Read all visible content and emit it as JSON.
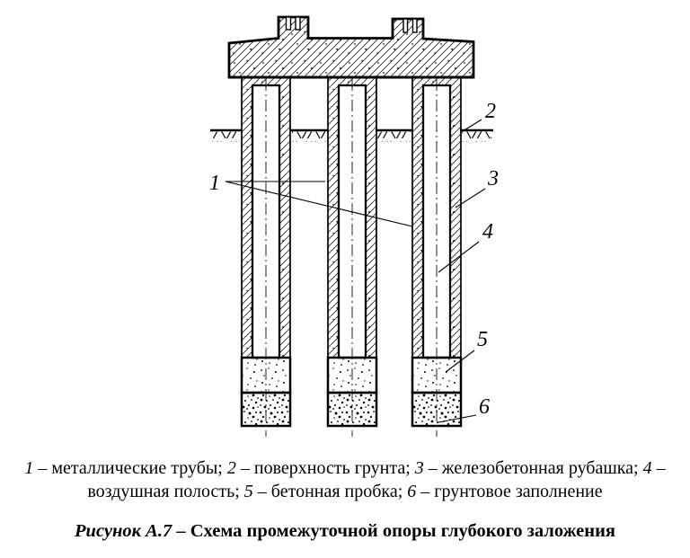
{
  "figure": {
    "callouts": [
      {
        "n": "1"
      },
      {
        "n": "2"
      },
      {
        "n": "3"
      },
      {
        "n": "4"
      },
      {
        "n": "5"
      },
      {
        "n": "6"
      }
    ]
  },
  "caption": {
    "line1": [
      {
        "num": "1",
        "text": " – металлические трубы; "
      },
      {
        "num": "2",
        "text": " – поверхность грунта; "
      },
      {
        "num": "3",
        "text": " – железобетонная рубашка; "
      },
      {
        "num": "4",
        "text": " –"
      }
    ],
    "line2": [
      {
        "num": "",
        "text": "воздушная полость; "
      },
      {
        "num": "5",
        "text": " – бетонная пробка; "
      },
      {
        "num": "6",
        "text": " – грунтовое заполнение"
      }
    ]
  },
  "title": {
    "figure_label": "Рисунок А.7",
    "rest": " – Схема промежуточной опоры глубокого заложения"
  },
  "colors": {
    "ink": "#000000",
    "paper": "#ffffff"
  }
}
